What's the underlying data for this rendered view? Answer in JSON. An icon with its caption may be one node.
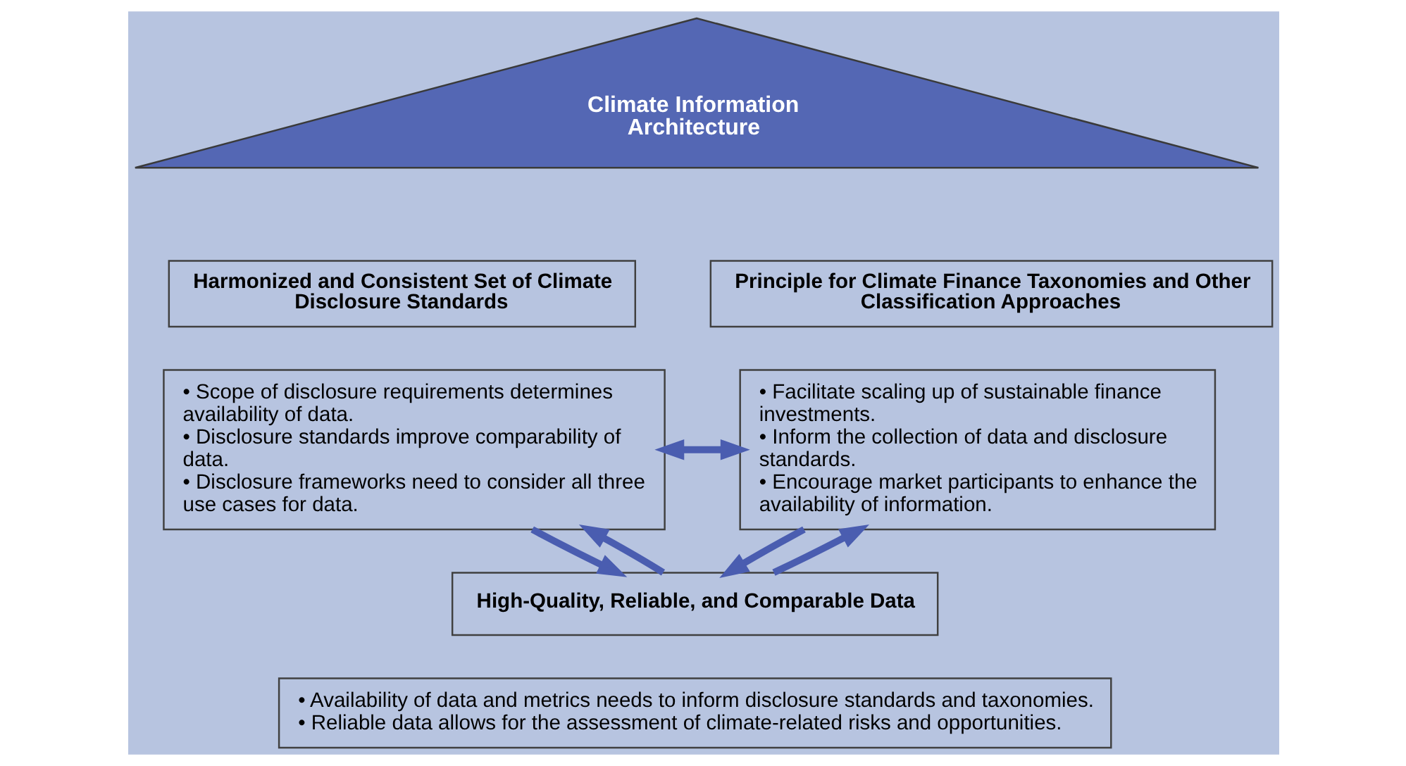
{
  "diagram": {
    "nodes": [
      {
        "text": [
          "Climate Information Architecture"
        ]
      },
      {
        "text": [
          "Harmonized and Consistent Set of Climate Disclosure Standards"
        ]
      },
      {
        "text": [
          "• Scope of disclosure requirements determines availability of data.",
          "• Disclosure standards improve comparability of data.",
          "• Disclosure frameworks need to consider all three use cases for data."
        ]
      },
      {
        "text": [
          "Principle for Climate Finance Taxonomies and Other Classification Approaches"
        ]
      },
      {
        "text": [
          "• Facilitate scaling up of sustainable finance investments.",
          "• Inform the collection of data and disclosure standards.",
          "• Encourage market participants to enhance the availability of information."
        ]
      },
      {
        "text": [
          "High-Quality, Reliable, and Comparable Data"
        ]
      },
      {
        "text": [
          "• Availability of data and metrics needs to inform disclosure standards and taxonomies.",
          "• Reliable data allows for the assessment of climate-related risks and opportunities."
        ]
      }
    ],
    "edges": [
      {
        "from": 2,
        "to": 4,
        "arrow": "both"
      },
      {
        "from": 2,
        "to": 5,
        "arrow": "to"
      },
      {
        "from": 5,
        "to": 2,
        "arrow": "to"
      },
      {
        "from": 4,
        "to": 5,
        "arrow": "to"
      },
      {
        "from": 5,
        "to": 4,
        "arrow": "to"
      }
    ]
  }
}
